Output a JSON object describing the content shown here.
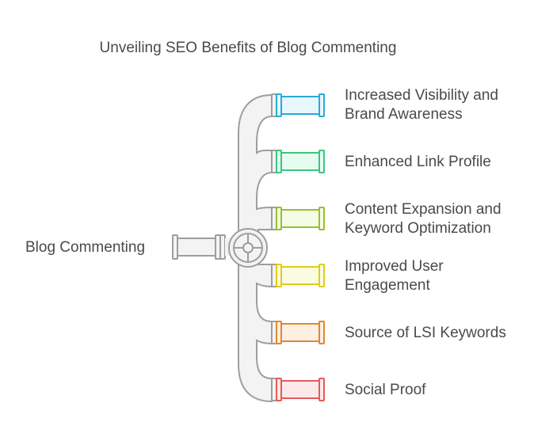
{
  "title": "Unveiling SEO Benefits of Blog Commenting",
  "source": {
    "label": "Blog Commenting"
  },
  "items": [
    {
      "label_line1": "Increased Visibility and",
      "label_line2": "Brand Awareness",
      "stroke": "#29a9d8",
      "fill": "#e8f7fd"
    },
    {
      "label_line1": "Enhanced Link Profile",
      "label_line2": "",
      "stroke": "#3cc47f",
      "fill": "#e6fcef"
    },
    {
      "label_line1": "Content Expansion and",
      "label_line2": "Keyword Optimization",
      "stroke": "#97bf35",
      "fill": "#f6fbe4"
    },
    {
      "label_line1": "Improved User",
      "label_line2": "Engagement",
      "stroke": "#e0cc1a",
      "fill": "#fbfbe1"
    },
    {
      "label_line1": "Source of LSI Keywords",
      "label_line2": "",
      "stroke": "#e2872f",
      "fill": "#fdf0e3"
    },
    {
      "label_line1": "Social Proof",
      "label_line2": "",
      "stroke": "#e25b5b",
      "fill": "#fde9e9"
    }
  ],
  "colors": {
    "pipe_stroke": "#9e9e9e",
    "pipe_fill": "#f3f3f3",
    "text": "#4a4a4a"
  }
}
